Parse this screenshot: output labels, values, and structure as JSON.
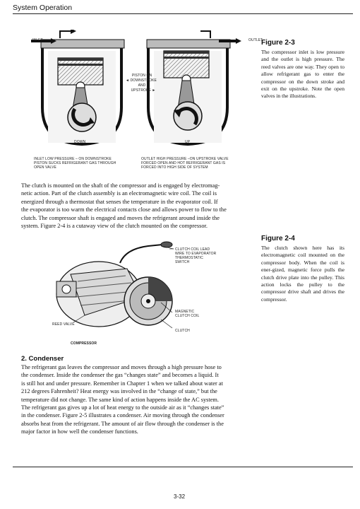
{
  "header": {
    "title": "System Operation"
  },
  "figure_2_3": {
    "labels": {
      "inlet": "INLET",
      "outlet": "OUTLET",
      "piston_on": "PISTON ON",
      "downstroke": "◄ DOWNSTROKE",
      "and": "AND",
      "upstroke": "UPSTROKE ►",
      "down": "DOWN",
      "up": "UP"
    },
    "caption_left": [
      "INLET LOW PRESSURE – ON DOWNSTROKE",
      "PISTON SUCKS REFRIGERANT GAS THROUGH",
      "OPEN VALVE"
    ],
    "caption_right": [
      "OUTLET HIGH PRESSURE –ON UPSTROKE VALVE",
      "FORCED OPEN AND HOT REFRIGERANT GAS IS",
      "FORCED INTO HIGH SIDE OF SYSTEM"
    ],
    "title": "Figure 2-3",
    "text": "The compressor inlet is low pressure and the outlet is high pressure. The reed valves are one way. They open to allow refrigerant gas to enter the compressor on the down stroke and exit on the upstroke. Note the open valves in the illustrations."
  },
  "clutch_paragraph": [
    "The clutch is mounted on the shaft of the compressor and is engaged by electromag-",
    "netic action. Part of the clutch assembly is an electromagnetic wire coil. The coil is",
    "energized through a thermostat that senses the temperature in the evaporator coil. If",
    "the evaporator is too warm the electrical contacts close and allows power to flow to the",
    "clutch. The compressor shaft is engaged and moves the refrigerant around inside the",
    "system. Figure 2-4 is a cutaway view of the clutch mounted on the compressor."
  ],
  "figure_2_4": {
    "labels": {
      "clutch_coil_lead": [
        "CLUTCH COIL LEAD",
        "WIRE TO EVAPORATOR",
        "THERMOSTATIC",
        "SWITCH"
      ],
      "reed_valve": "REED VALVE",
      "compressor": "COMPRESSOR",
      "magnetic_clutch_coil": [
        "MAGNETIC",
        "CLUTCH COIL"
      ],
      "clutch": "CLUTCH"
    },
    "title": "Figure 2-4",
    "text": "The clutch shown here has its electromagnetic coil mounted on the compressor body. When the coil is ener-gized, magnetic force pulls the clutch drive plate into the pulley. This action locks the pulley to the compressor drive shaft and drives the compressor."
  },
  "condenser": {
    "heading": "2. Condenser",
    "lines": [
      "The refrigerant gas leaves the compressor and moves through a high pressure hose to",
      "the condenser. Inside the condenser the gas “changes state” and becomes a liquid. It",
      "is still hot and under pressure. Remember in Chapter 1 when we talked about water at",
      "212 degrees Fahrenheit? Heat energy was involved in the “change of state,” but the",
      "temperature did not change. The same kind of action happens inside the AC system.",
      "The refrigerant gas gives up a lot of heat energy to the outside air as it “changes state”",
      "in the condenser. Figure 2-5 illustrates a condenser. Air moving through the condenser",
      "absorbs heat from the refrigerant. The amount of air flow through the condenser is the",
      "major factor in how well the condenser functions."
    ]
  },
  "footer": {
    "page_number": "3-32"
  }
}
